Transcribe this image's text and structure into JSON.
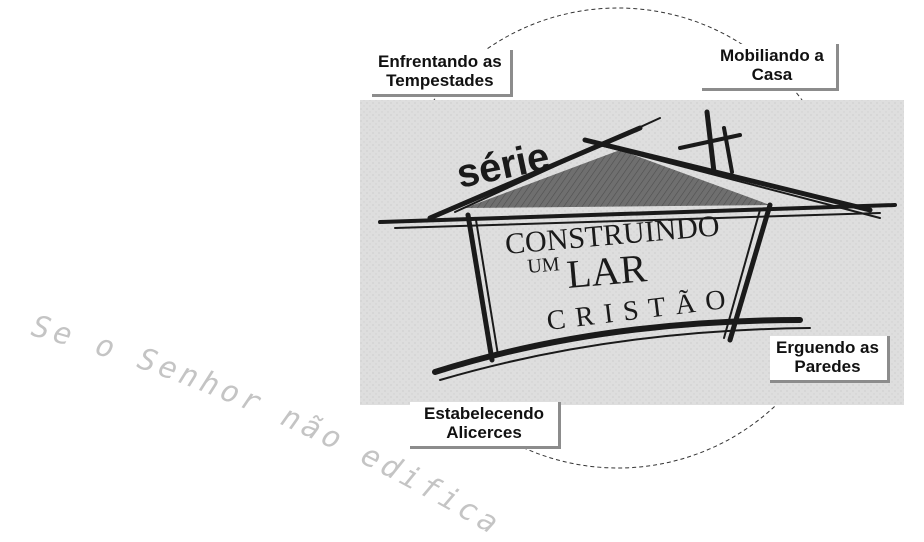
{
  "background_color": "#ffffff",
  "accent_gray": "#8c8c8c",
  "watermark": "Se o Senhor não edificar",
  "logo": {
    "serie": "série",
    "line1": "CONSTRUINDO",
    "line2_small": "UM",
    "line2_big": "LAR",
    "line3": "CRISTÃO"
  },
  "callouts": {
    "top_left": {
      "line1": "Enfrentando as",
      "line2": "Tempestades"
    },
    "top_right": {
      "line1": "Mobiliando a",
      "line2": "Casa"
    },
    "right": {
      "line1": "Erguendo as",
      "line2": "Paredes"
    },
    "bottom": {
      "line1": "Estabelecendo",
      "line2": "Alicerces"
    }
  }
}
